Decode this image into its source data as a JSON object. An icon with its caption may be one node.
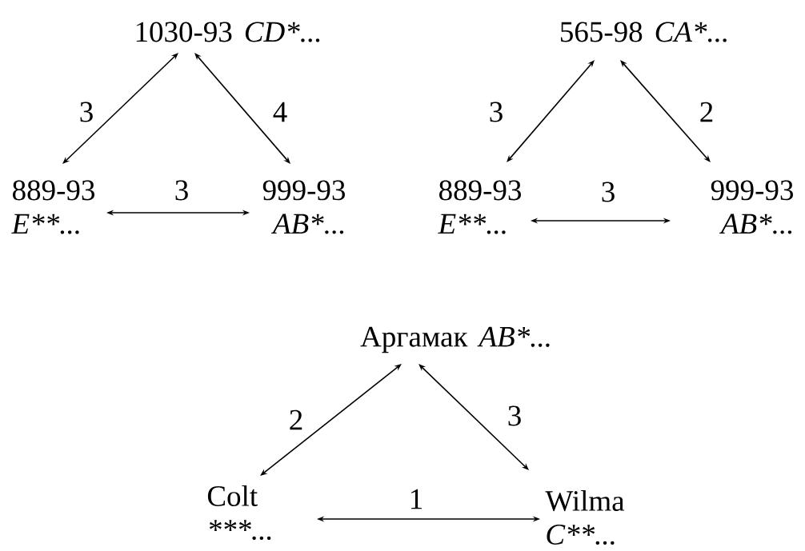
{
  "diagram": {
    "nodes": [
      {
        "text": [
          "1030-93",
          "CD*..."
        ]
      },
      {
        "text": [
          "889-93",
          "E**..."
        ]
      },
      {
        "text": [
          "999-93",
          "AB*..."
        ]
      },
      {
        "text": [
          "565-98",
          "CA*..."
        ]
      },
      {
        "text": [
          "889-93",
          "E**..."
        ]
      },
      {
        "text": [
          "999-93",
          "AB*..."
        ]
      },
      {
        "text": [
          "Аргамак",
          "AB*..."
        ]
      },
      {
        "text": [
          "Colt",
          "***..."
        ]
      },
      {
        "text": [
          "Wilma",
          "C**..."
        ]
      }
    ],
    "edges": [
      {
        "from": 0,
        "to": 1,
        "arrow": "both",
        "label": "3"
      },
      {
        "from": 0,
        "to": 2,
        "arrow": "both",
        "label": "4"
      },
      {
        "from": 1,
        "to": 2,
        "arrow": "both",
        "label": "3"
      },
      {
        "from": 3,
        "to": 4,
        "arrow": "both",
        "label": "3"
      },
      {
        "from": 3,
        "to": 5,
        "arrow": "both",
        "label": "2"
      },
      {
        "from": 4,
        "to": 5,
        "arrow": "both",
        "label": "3"
      },
      {
        "from": 6,
        "to": 7,
        "arrow": "both",
        "label": "2"
      },
      {
        "from": 6,
        "to": 8,
        "arrow": "both",
        "label": "3"
      },
      {
        "from": 7,
        "to": 8,
        "arrow": "both",
        "label": "1"
      }
    ]
  }
}
